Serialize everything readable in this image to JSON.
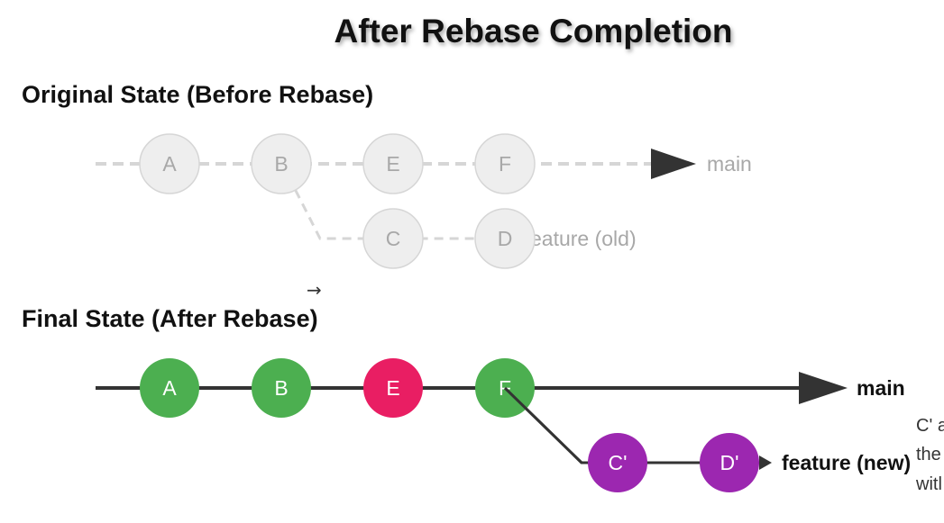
{
  "title": "After Rebase Completion",
  "original": {
    "heading": "Original State (Before Rebase)",
    "main_commits": [
      "A",
      "B",
      "E",
      "F"
    ],
    "feature_commits": [
      "C",
      "D"
    ],
    "main_label": "main",
    "feature_label": "eature (old)"
  },
  "transition_glyph": "→",
  "final": {
    "heading": "Final State (After Rebase)",
    "main_commits": [
      "A",
      "B",
      "E",
      "F"
    ],
    "feature_commits": [
      "C'",
      "D'"
    ],
    "main_label": "main",
    "feature_label": "feature (new)"
  },
  "note_lines": [
    "C' a",
    "the",
    "witl"
  ],
  "colors": {
    "faded_fill": "#eeeeee",
    "faded_stroke": "#d6d6d6",
    "faded_text": "#a8a8a8",
    "line_dark": "#333333",
    "green": "#4caf50",
    "pink": "#e91e63",
    "purple": "#9c27b0"
  }
}
